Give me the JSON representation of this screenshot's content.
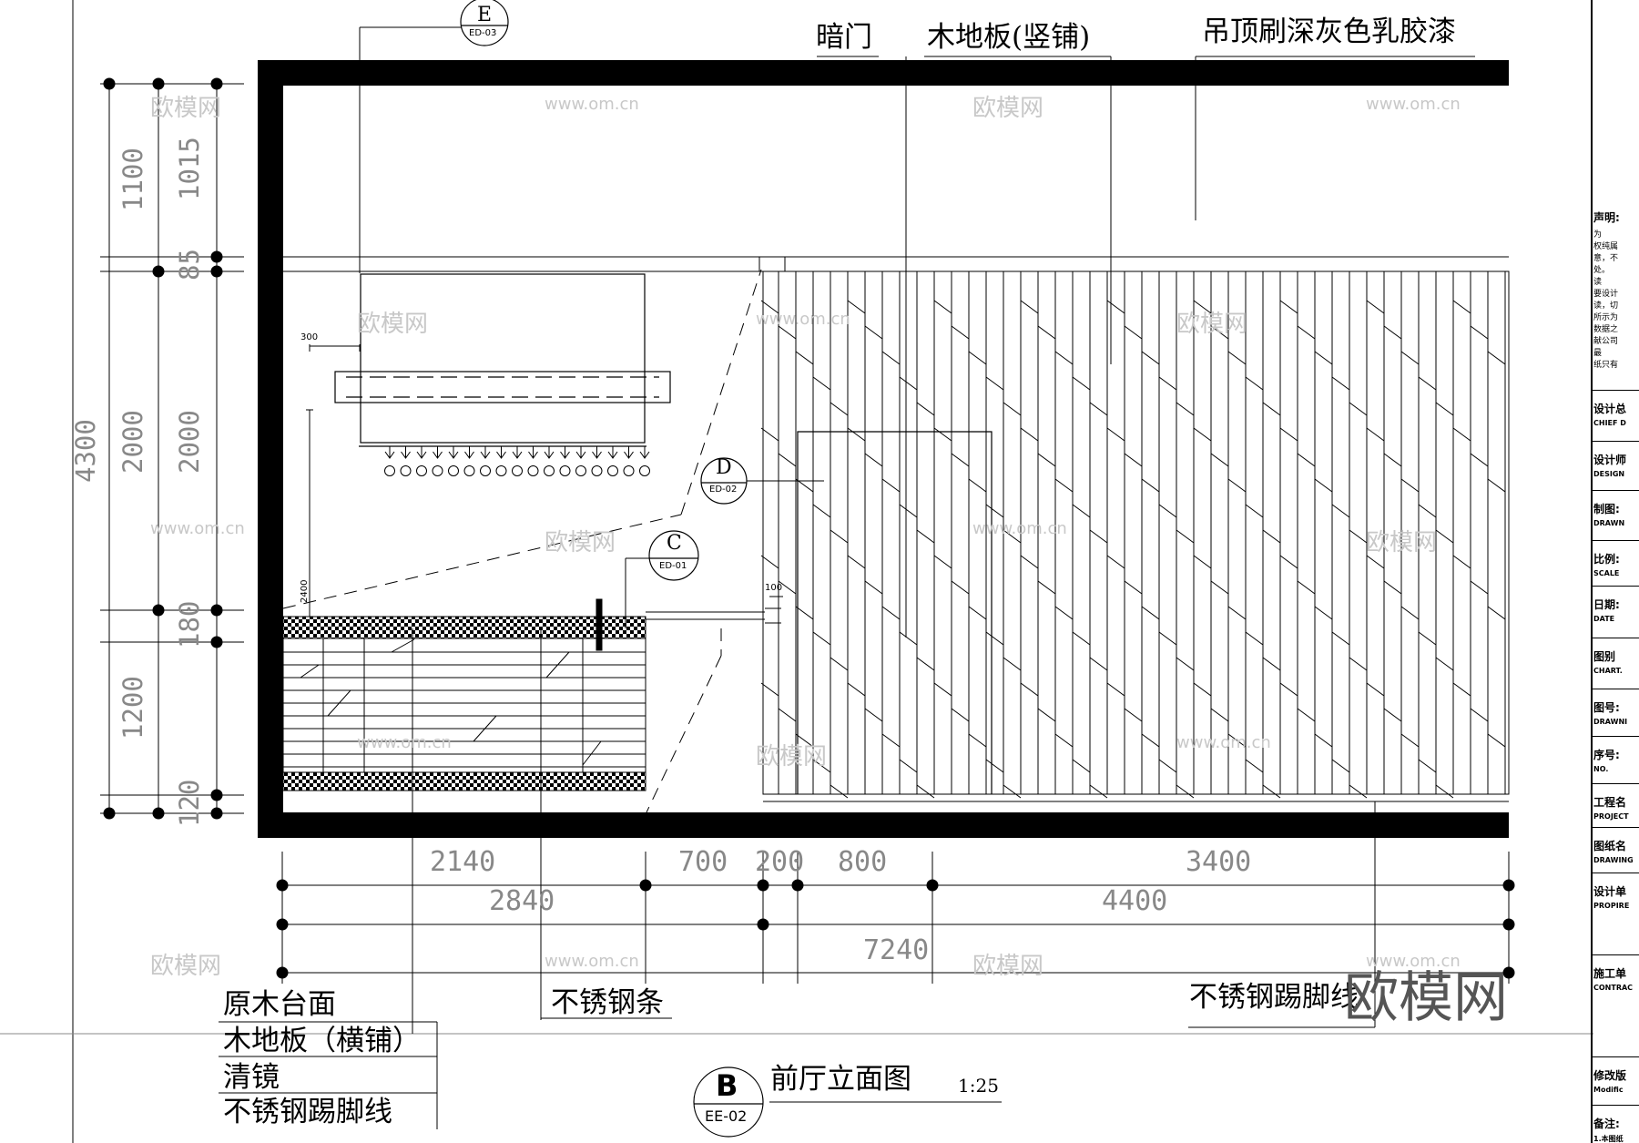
{
  "callouts": {
    "top_labels": [
      "暗门",
      "木地板(竖铺)",
      "吊顶刷深灰色乳胶漆"
    ],
    "bottom_left_labels": [
      "原木台面",
      "木地板（横铺）",
      "清镜",
      "不锈钢踢脚线"
    ],
    "mid_bottom_label": "不锈钢条",
    "right_bottom_label": "不锈钢踢脚线"
  },
  "sections": [
    {
      "letter": "E",
      "ref": "ED-03"
    },
    {
      "letter": "D",
      "ref": "ED-02"
    },
    {
      "letter": "C",
      "ref": "ED-01"
    }
  ],
  "title": {
    "letter": "B",
    "ref": "EE-02",
    "name": "前厅立面图",
    "scale": "1:25"
  },
  "dimensions": {
    "horizontal_row1": [
      "2140",
      "700",
      "200",
      "800",
      "3400"
    ],
    "horizontal_row2": [
      "2840",
      "4400"
    ],
    "horizontal_total": "7240",
    "vertical_outer": "4300",
    "vertical_mid": [
      "1100",
      "2000",
      "1200"
    ],
    "vertical_inner": [
      "1015",
      "85",
      "2000",
      "180",
      "120"
    ],
    "small": [
      "300",
      "2400",
      "100"
    ]
  },
  "title_block": [
    {
      "cn": "设计总",
      "en": "CHIEF D"
    },
    {
      "cn": "设计师",
      "en": "DESIGN"
    },
    {
      "cn": "制图:",
      "en": "DRAWN"
    },
    {
      "cn": "比例:",
      "en": "SCALE"
    },
    {
      "cn": "日期:",
      "en": "DATE"
    },
    {
      "cn": "图别",
      "en": "CHART."
    },
    {
      "cn": "图号:",
      "en": "DRAWNI"
    },
    {
      "cn": "序号:",
      "en": "NO."
    },
    {
      "cn": "工程名",
      "en": "PROJECT"
    },
    {
      "cn": "图纸名",
      "en": "DRAWING"
    },
    {
      "cn": "设计单",
      "en": "PROPIRE"
    },
    {
      "cn": "施工单",
      "en": "CONTRAC"
    },
    {
      "cn": "修改版",
      "en": "Modific"
    },
    {
      "cn": "备注:",
      "en": "1.本图纸"
    }
  ],
  "declaration": {
    "heading": "声明:",
    "lines": [
      "为",
      "权纯属",
      "意，不",
      "处。",
      "读",
      "要设计",
      "读，切",
      "所示为",
      "数据之",
      "献公司",
      "最",
      "纸只有"
    ]
  },
  "watermark": {
    "logo_text": "欧模网",
    "site": "www.om.cn"
  }
}
